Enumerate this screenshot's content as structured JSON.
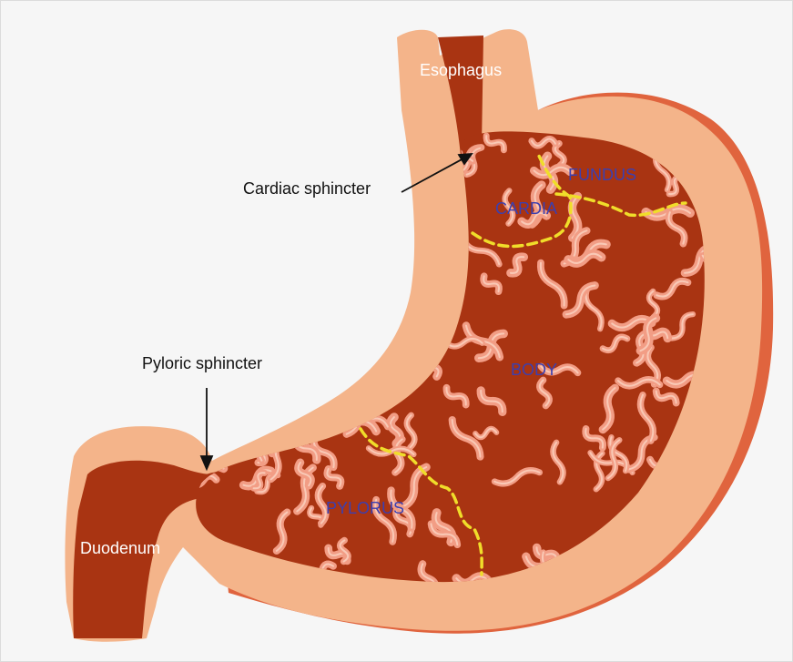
{
  "diagram": {
    "labels": {
      "esophagus": "Esophagus",
      "cardiac_sphincter": "Cardiac sphincter",
      "fundus": "FUNDUS",
      "cardia": "CARDIA",
      "body": "BODY",
      "pyloric_sphincter": "Pyloric sphincter",
      "pylorus": "PYLORUS",
      "duodenum": "Duodenum"
    },
    "colors": {
      "outer_wall": "#f4b48a",
      "inner_lining": "#a93412",
      "rim": "#e0643e",
      "rugae": "#f29d85",
      "region_boundary": "#f0dd2a",
      "region_text": "#3b3fb0"
    }
  }
}
